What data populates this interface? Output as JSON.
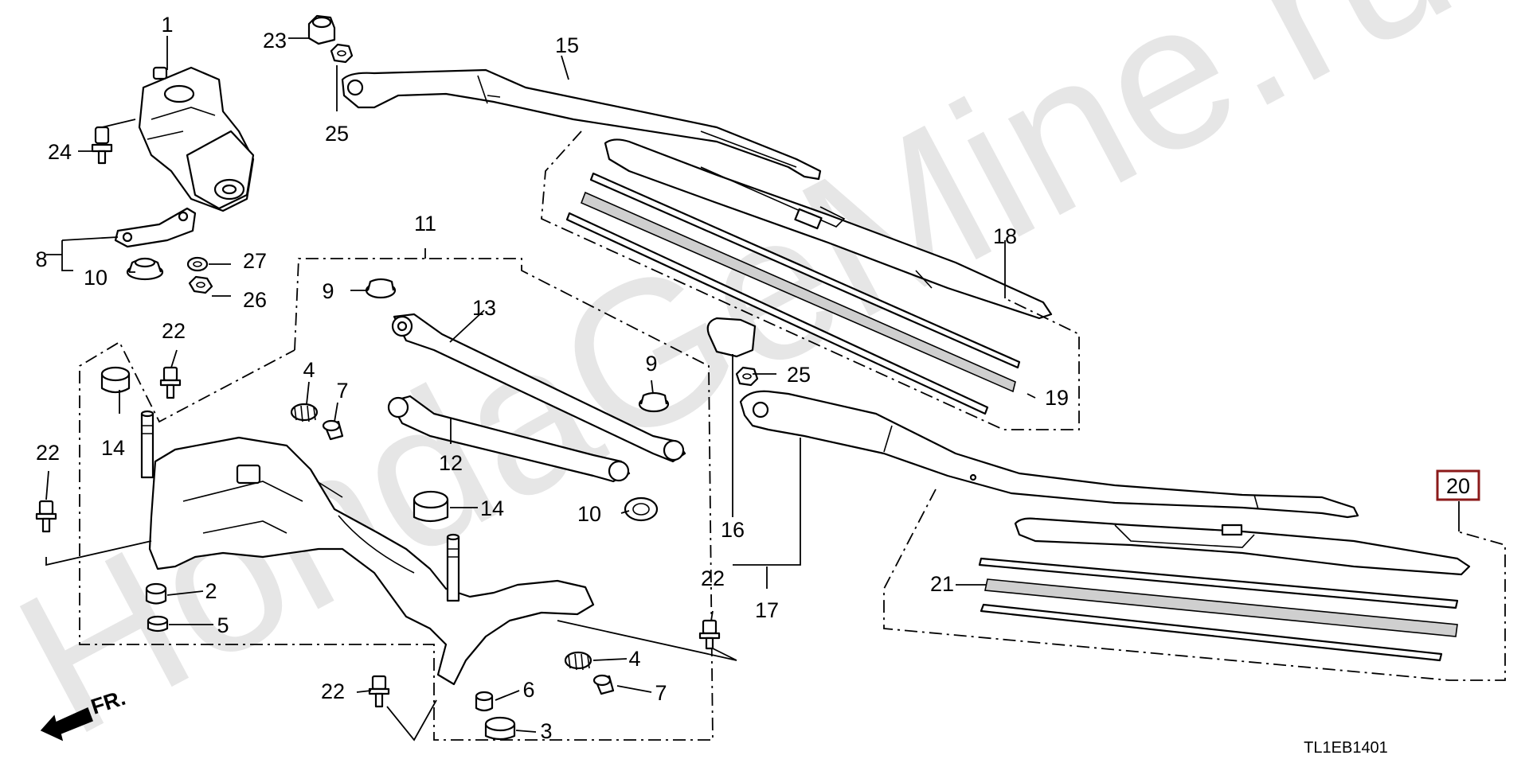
{
  "watermark": "HondaGeMine.ru",
  "diagram_code": "TL1EB1401",
  "direction_label": "FR.",
  "highlighted_part": "20",
  "callouts": {
    "p1": "1",
    "p2": "2",
    "p3": "3",
    "p4a": "4",
    "p4b": "4",
    "p5": "5",
    "p6": "6",
    "p7a": "7",
    "p7b": "7",
    "p8": "8",
    "p9a": "9",
    "p9b": "9",
    "p10a": "10",
    "p10b": "10",
    "p11": "11",
    "p12": "12",
    "p13": "13",
    "p14a": "14",
    "p14b": "14",
    "p15": "15",
    "p16": "16",
    "p17": "17",
    "p18": "18",
    "p19": "19",
    "p20": "20",
    "p21": "21",
    "p22a": "22",
    "p22b": "22",
    "p22c": "22",
    "p22d": "22",
    "p23": "23",
    "p24": "24",
    "p25a": "25",
    "p25b": "25",
    "p26": "26",
    "p27": "27"
  }
}
